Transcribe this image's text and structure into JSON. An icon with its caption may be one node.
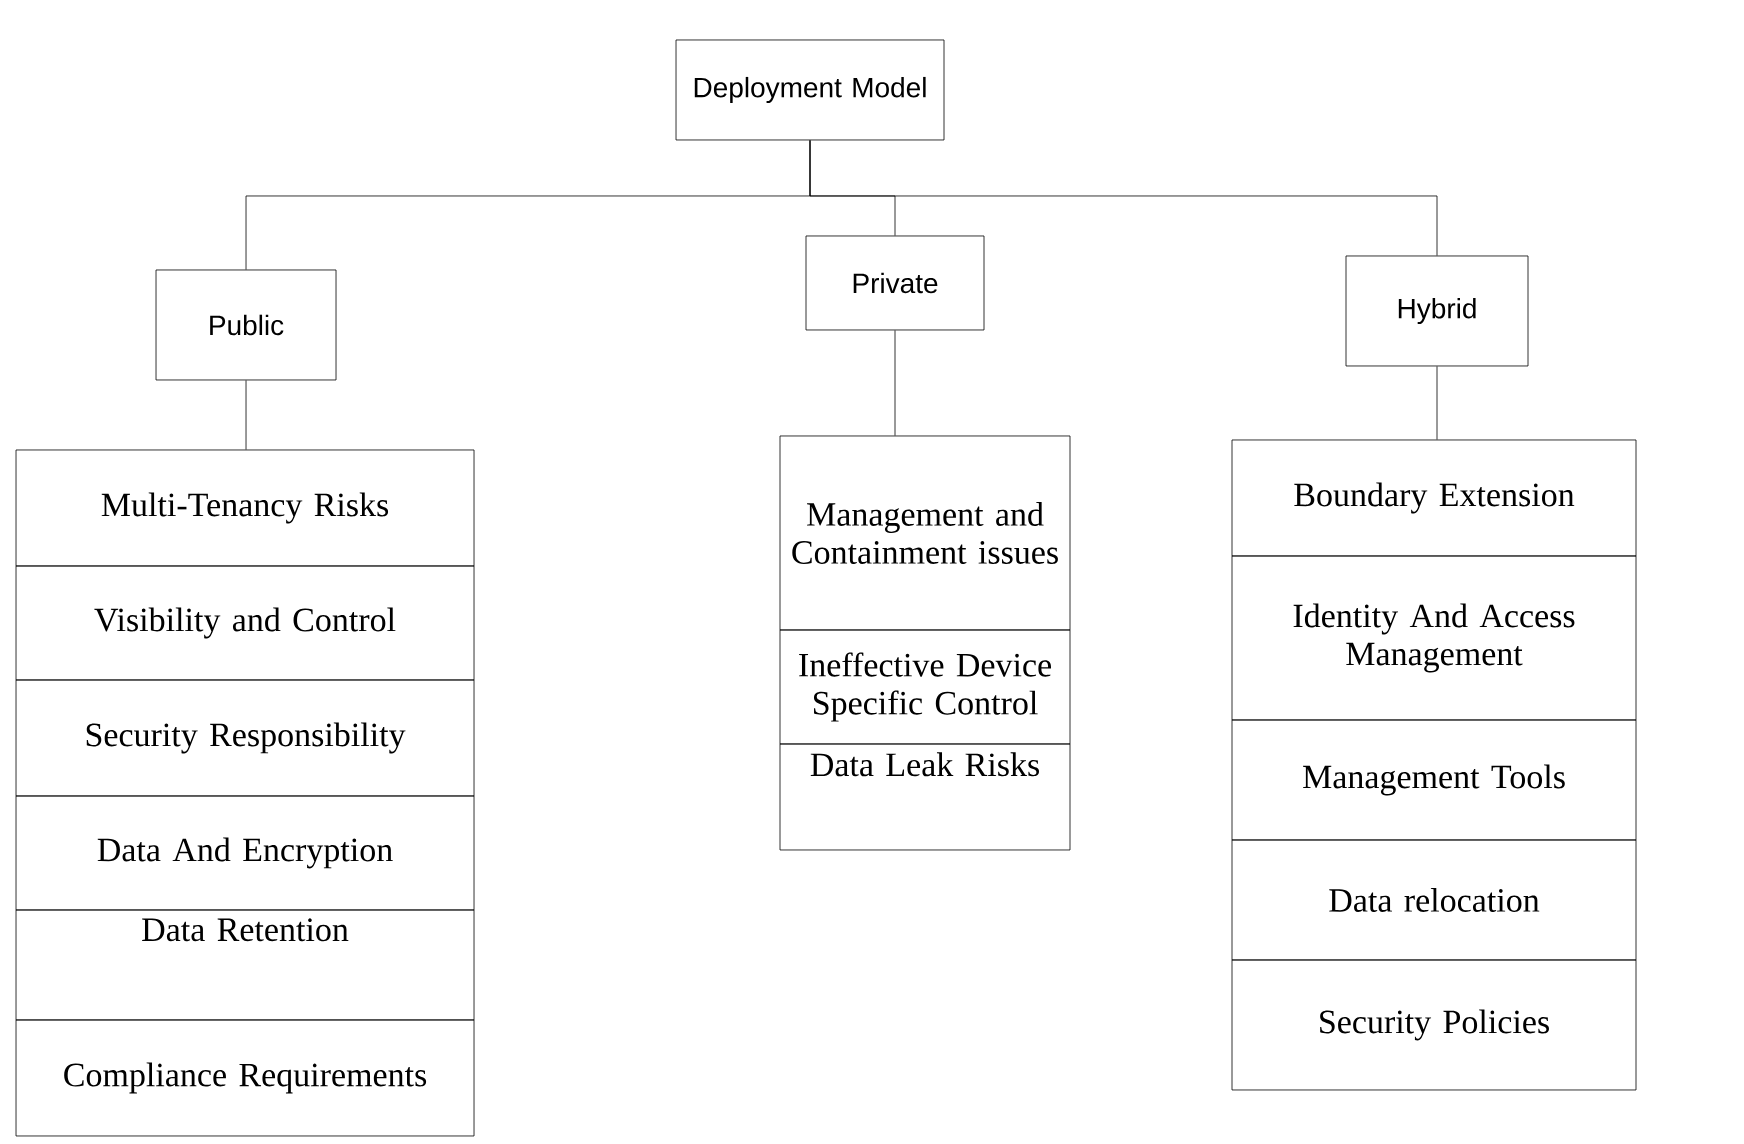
{
  "diagram": {
    "nodes": [
      {
        "text": [
          "Deployment Model"
        ]
      },
      {
        "text": [
          "Public"
        ]
      },
      {
        "text": [
          "Private"
        ]
      },
      {
        "text": [
          "Hybrid"
        ]
      },
      {
        "text": [
          "Multi-Tenancy Risks"
        ]
      },
      {
        "text": [
          "Visibility and Control"
        ]
      },
      {
        "text": [
          "Security Responsibility"
        ]
      },
      {
        "text": [
          "Data And Encryption"
        ]
      },
      {
        "text": [
          "Data Retention"
        ]
      },
      {
        "text": [
          "Compliance Requirements"
        ]
      },
      {
        "text": [
          "Management and Containment issues"
        ]
      },
      {
        "text": [
          "Ineffective Device Specific Control"
        ]
      },
      {
        "text": [
          "Data Leak Risks"
        ]
      },
      {
        "text": [
          "Boundary Extension"
        ]
      },
      {
        "text": [
          "Identity And Access Management"
        ]
      },
      {
        "text": [
          "Management Tools"
        ]
      },
      {
        "text": [
          "Data relocation"
        ]
      },
      {
        "text": [
          "Security Policies"
        ]
      }
    ],
    "edges": [
      {
        "from": 0,
        "to": 1,
        "arrow": "none"
      },
      {
        "from": 0,
        "to": 2,
        "arrow": "none"
      },
      {
        "from": 0,
        "to": 3,
        "arrow": "none"
      },
      {
        "from": 1,
        "to": 4,
        "arrow": "none"
      },
      {
        "from": 2,
        "to": 10,
        "arrow": "none"
      },
      {
        "from": 3,
        "to": 13,
        "arrow": "none"
      }
    ]
  }
}
